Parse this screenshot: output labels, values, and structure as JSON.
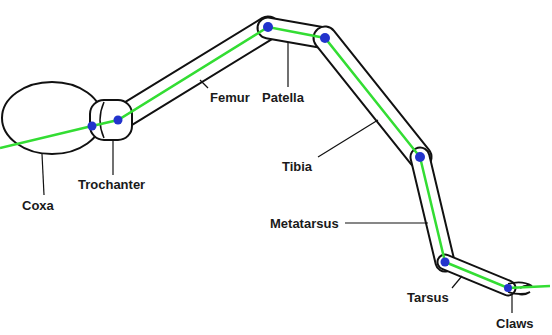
{
  "diagram": {
    "labels": [
      "Coxa",
      "Trochanter",
      "Femur",
      "Patella",
      "Tibia",
      "Metatarsus",
      "Tarsus",
      "Claws"
    ]
  }
}
